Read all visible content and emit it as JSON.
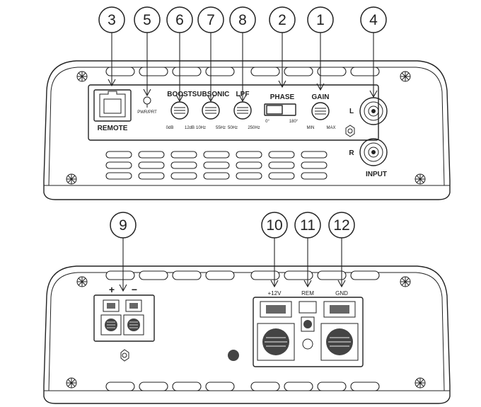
{
  "callouts": {
    "top": [
      {
        "num": "3",
        "target": "remote-port"
      },
      {
        "num": "5",
        "target": "power-protect-led"
      },
      {
        "num": "6",
        "target": "boost-knob"
      },
      {
        "num": "7",
        "target": "subsonic-knob"
      },
      {
        "num": "8",
        "target": "lpf-knob"
      },
      {
        "num": "2",
        "target": "phase-switch"
      },
      {
        "num": "1",
        "target": "gain-knob"
      },
      {
        "num": "4",
        "target": "rca-input"
      }
    ],
    "bottom": [
      {
        "num": "9",
        "target": "speaker-terminal"
      },
      {
        "num": "10",
        "target": "plus12v-terminal"
      },
      {
        "num": "11",
        "target": "rem-terminal"
      },
      {
        "num": "12",
        "target": "gnd-terminal"
      }
    ]
  },
  "top_panel": {
    "remote_label": "REMOTE",
    "pwr_label": "PWR/PRT",
    "boost": {
      "label": "BOOST",
      "min": "0dB",
      "max": "12dB"
    },
    "subsonic": {
      "label": "SUBSONIC",
      "min": "10Hz",
      "max": "55Hz"
    },
    "lpf": {
      "label": "LPF",
      "min": "50Hz",
      "max": "250Hz"
    },
    "phase": {
      "label": "PHASE",
      "min": "0°",
      "max": "180°"
    },
    "gain": {
      "label": "GAIN",
      "min": "MIN",
      "max": "MAX"
    },
    "input": {
      "label": "INPUT",
      "left": "L",
      "right": "R"
    }
  },
  "bottom_panel": {
    "speaker_plus": "+",
    "speaker_minus": "−",
    "plus12v": "+12V",
    "rem": "REM",
    "gnd": "GND"
  }
}
